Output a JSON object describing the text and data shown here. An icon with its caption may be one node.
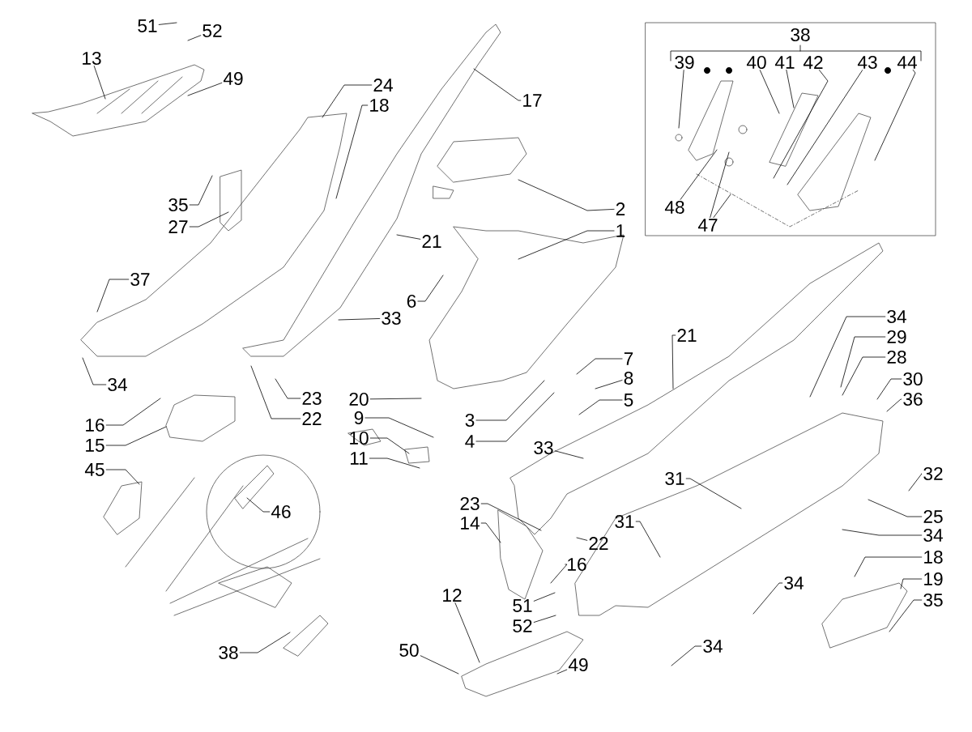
{
  "diagram": {
    "nodes": [
      {
        "text": [],
        "shape": "box"
      },
      {
        "text": [
          "51"
        ]
      },
      {
        "text": [
          "52"
        ]
      },
      {
        "text": [
          "13"
        ]
      },
      {
        "text": [
          "49"
        ]
      },
      {
        "text": [
          "24"
        ]
      },
      {
        "text": [
          "18"
        ]
      },
      {
        "text": [
          "17"
        ]
      },
      {
        "text": [
          "38"
        ],
        "in": 0
      },
      {
        "text": [
          "39"
        ],
        "in": 0
      },
      {
        "text": [
          "40"
        ],
        "in": 0
      },
      {
        "text": [
          "41"
        ],
        "in": 0
      },
      {
        "text": [
          "42"
        ],
        "in": 0
      },
      {
        "text": [
          "43"
        ],
        "in": 0
      },
      {
        "text": [
          "44"
        ],
        "in": 0
      },
      {
        "text": [
          "48"
        ],
        "in": 0
      },
      {
        "text": [
          "47"
        ],
        "in": 0
      },
      {
        "text": [
          "35"
        ]
      },
      {
        "text": [
          "27"
        ]
      },
      {
        "text": [
          "2"
        ]
      },
      {
        "text": [
          "21"
        ]
      },
      {
        "text": [
          "1"
        ]
      },
      {
        "text": [
          "37"
        ]
      },
      {
        "text": [
          "6"
        ]
      },
      {
        "text": [
          "33"
        ]
      },
      {
        "text": [
          "34"
        ]
      },
      {
        "text": [
          "23"
        ]
      },
      {
        "text": [
          "22"
        ]
      },
      {
        "text": [
          "20"
        ]
      },
      {
        "text": [
          "7"
        ]
      },
      {
        "text": [
          "8"
        ]
      },
      {
        "text": [
          "5"
        ]
      },
      {
        "text": [
          "3"
        ]
      },
      {
        "text": [
          "4"
        ]
      },
      {
        "text": [
          "9"
        ]
      },
      {
        "text": [
          "10"
        ]
      },
      {
        "text": [
          "11"
        ]
      },
      {
        "text": [
          "16"
        ]
      },
      {
        "text": [
          "15"
        ]
      },
      {
        "text": [
          "45"
        ]
      },
      {
        "text": [
          "46"
        ]
      },
      {
        "text": [
          "21"
        ]
      },
      {
        "text": [
          "34"
        ]
      },
      {
        "text": [
          "29"
        ]
      },
      {
        "text": [
          "28"
        ]
      },
      {
        "text": [
          "30"
        ]
      },
      {
        "text": [
          "36"
        ]
      },
      {
        "text": [
          "33"
        ]
      },
      {
        "text": [
          "31"
        ]
      },
      {
        "text": [
          "31"
        ]
      },
      {
        "text": [
          "32"
        ]
      },
      {
        "text": [
          "25"
        ]
      },
      {
        "text": [
          "34"
        ]
      },
      {
        "text": [
          "18"
        ]
      },
      {
        "text": [
          "19"
        ]
      },
      {
        "text": [
          "35"
        ]
      },
      {
        "text": [
          "34"
        ]
      },
      {
        "text": [
          "34"
        ]
      },
      {
        "text": [
          "23"
        ]
      },
      {
        "text": [
          "22"
        ]
      },
      {
        "text": [
          "14"
        ]
      },
      {
        "text": [
          "16"
        ]
      },
      {
        "text": [
          "51"
        ]
      },
      {
        "text": [
          "52"
        ]
      },
      {
        "text": [
          "12"
        ]
      },
      {
        "text": [
          "50"
        ]
      },
      {
        "text": [
          "49"
        ]
      },
      {
        "text": [
          "38"
        ]
      }
    ],
    "edges": [
      {
        "from": 1,
        "to": null,
        "arrow": "none"
      },
      {
        "from": 2,
        "to": null,
        "arrow": "none"
      },
      {
        "from": 3,
        "to": null,
        "arrow": "none"
      },
      {
        "from": 4,
        "to": null,
        "arrow": "none"
      },
      {
        "from": 5,
        "to": null,
        "arrow": "none"
      },
      {
        "from": 6,
        "to": null,
        "arrow": "none"
      },
      {
        "from": 7,
        "to": null,
        "arrow": "none"
      },
      {
        "from": 9,
        "to": null,
        "arrow": "none"
      },
      {
        "from": 10,
        "to": null,
        "arrow": "none"
      },
      {
        "from": 11,
        "to": null,
        "arrow": "none"
      },
      {
        "from": 12,
        "to": null,
        "arrow": "none"
      },
      {
        "from": 13,
        "to": null,
        "arrow": "none"
      },
      {
        "from": 14,
        "to": null,
        "arrow": "none"
      },
      {
        "from": 15,
        "to": null,
        "arrow": "none"
      },
      {
        "from": 16,
        "to": null,
        "arrow": "none"
      },
      {
        "from": 16,
        "to": null,
        "arrow": "none"
      },
      {
        "from": 17,
        "to": null,
        "arrow": "none"
      },
      {
        "from": 18,
        "to": null,
        "arrow": "none"
      },
      {
        "from": 19,
        "to": null,
        "arrow": "none"
      },
      {
        "from": 20,
        "to": null,
        "arrow": "none"
      },
      {
        "from": 21,
        "to": null,
        "arrow": "none"
      },
      {
        "from": 22,
        "to": null,
        "arrow": "none"
      },
      {
        "from": 23,
        "to": null,
        "arrow": "none"
      },
      {
        "from": 24,
        "to": null,
        "arrow": "none"
      },
      {
        "from": 25,
        "to": null,
        "arrow": "none"
      },
      {
        "from": 26,
        "to": null,
        "arrow": "none"
      },
      {
        "from": 27,
        "to": null,
        "arrow": "none"
      },
      {
        "from": 28,
        "to": null,
        "arrow": "none"
      },
      {
        "from": 29,
        "to": null,
        "arrow": "none"
      },
      {
        "from": 30,
        "to": null,
        "arrow": "none"
      },
      {
        "from": 31,
        "to": null,
        "arrow": "none"
      },
      {
        "from": 32,
        "to": null,
        "arrow": "none"
      },
      {
        "from": 33,
        "to": null,
        "arrow": "none"
      },
      {
        "from": 34,
        "to": null,
        "arrow": "none"
      },
      {
        "from": 35,
        "to": null,
        "arrow": "none"
      },
      {
        "from": 36,
        "to": null,
        "arrow": "none"
      },
      {
        "from": 37,
        "to": null,
        "arrow": "none"
      },
      {
        "from": 38,
        "to": null,
        "arrow": "none"
      },
      {
        "from": 39,
        "to": null,
        "arrow": "none"
      },
      {
        "from": 40,
        "to": null,
        "arrow": "none"
      },
      {
        "from": 41,
        "to": null,
        "arrow": "none"
      },
      {
        "from": 42,
        "to": null,
        "arrow": "none"
      },
      {
        "from": 43,
        "to": null,
        "arrow": "none"
      },
      {
        "from": 44,
        "to": null,
        "arrow": "none"
      },
      {
        "from": 45,
        "to": null,
        "arrow": "none"
      },
      {
        "from": 46,
        "to": null,
        "arrow": "none"
      },
      {
        "from": 47,
        "to": null,
        "arrow": "none"
      },
      {
        "from": 48,
        "to": null,
        "arrow": "none"
      },
      {
        "from": 49,
        "to": null,
        "arrow": "none"
      },
      {
        "from": 50,
        "to": null,
        "arrow": "none"
      },
      {
        "from": 51,
        "to": null,
        "arrow": "none"
      },
      {
        "from": 52,
        "to": null,
        "arrow": "none"
      },
      {
        "from": 53,
        "to": null,
        "arrow": "none"
      },
      {
        "from": 54,
        "to": null,
        "arrow": "none"
      },
      {
        "from": 55,
        "to": null,
        "arrow": "none"
      },
      {
        "from": 56,
        "to": null,
        "arrow": "none"
      },
      {
        "from": 57,
        "to": null,
        "arrow": "none"
      },
      {
        "from": 58,
        "to": null,
        "arrow": "none"
      },
      {
        "from": 59,
        "to": null,
        "arrow": "none"
      },
      {
        "from": 60,
        "to": null,
        "arrow": "none"
      },
      {
        "from": 61,
        "to": null,
        "arrow": "none"
      },
      {
        "from": 62,
        "to": null,
        "arrow": "none"
      },
      {
        "from": 63,
        "to": null,
        "arrow": "none"
      },
      {
        "from": 64,
        "to": null,
        "arrow": "none"
      },
      {
        "from": 65,
        "to": null,
        "arrow": "none"
      },
      {
        "from": 66,
        "to": null,
        "arrow": "none"
      },
      {
        "from": 67,
        "to": null,
        "arrow": "none"
      }
    ]
  }
}
